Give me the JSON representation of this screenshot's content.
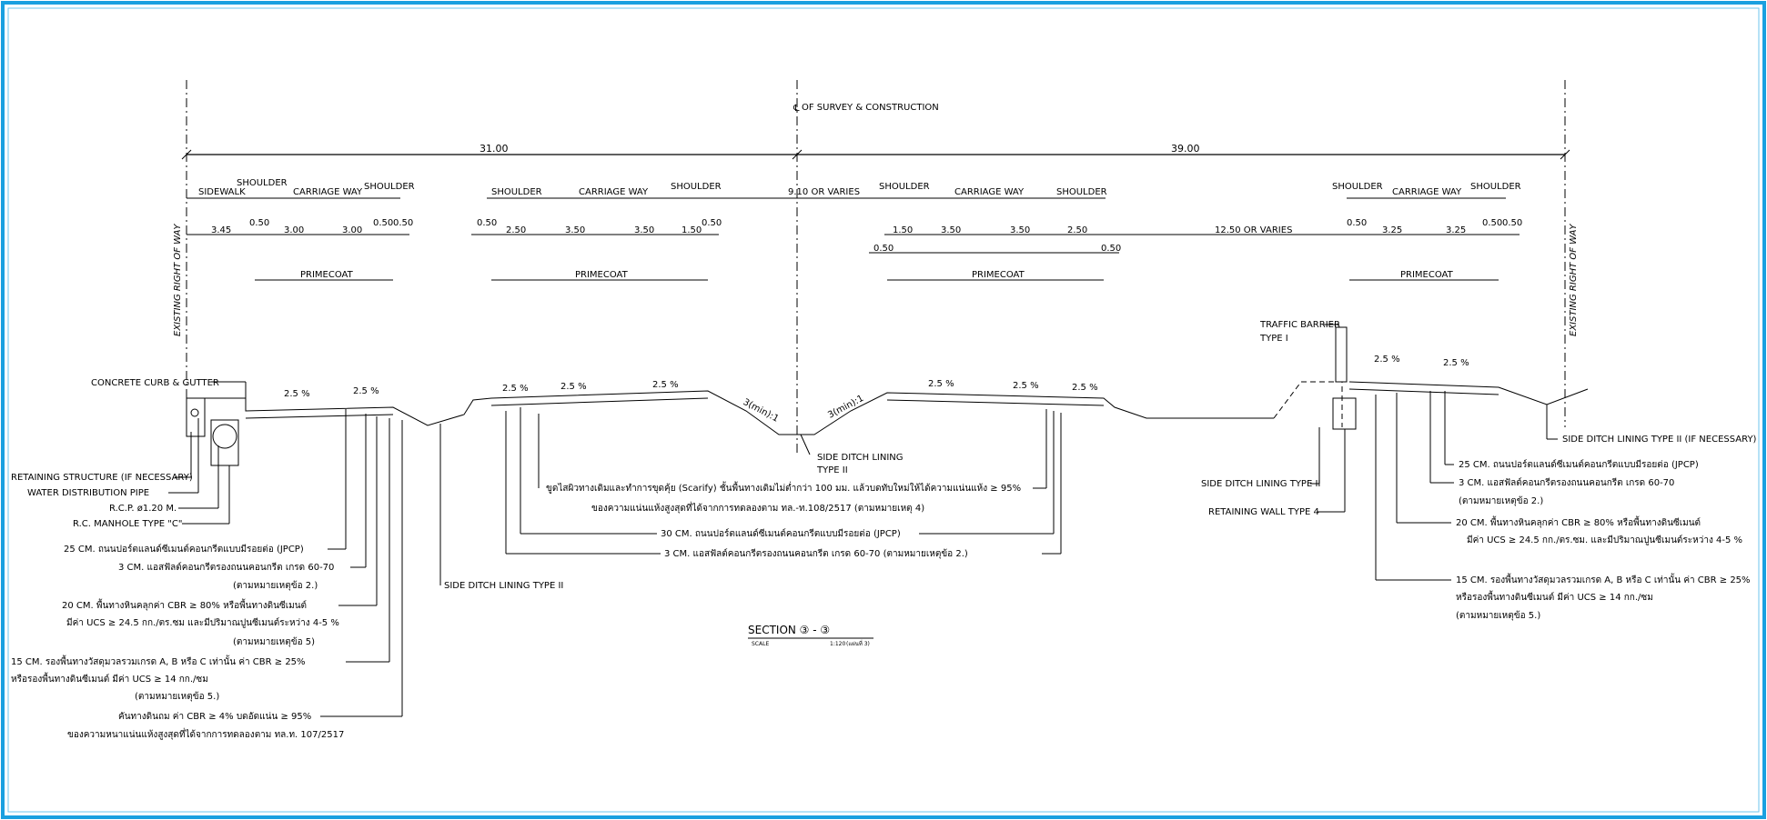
{
  "frame": {
    "border_color": "#1aa0e0"
  },
  "centerline": {
    "label": "OF SURVEY & CONSTRUCTION"
  },
  "row_of_way": {
    "left": "EXISTING RIGHT OF WAY",
    "right": "EXISTING RIGHT OF WAY"
  },
  "overall": {
    "left": "31.00",
    "right": "39.00"
  },
  "segments": {
    "sidewalk": "SIDEWALK",
    "shoulder": "SHOULDER",
    "carriage": "CARRIAGE WAY",
    "median": "9.10 OR VARIES",
    "ditch_gap": "12.50 OR VARIES"
  },
  "dims": {
    "g1": [
      "3.45",
      "0.50",
      "3.00",
      "3.00",
      "0.50",
      "0.50"
    ],
    "g2": [
      "0.50",
      "2.50",
      "3.50",
      "3.50",
      "1.50",
      "0.50"
    ],
    "g3": [
      "0.50",
      "1.50",
      "3.50",
      "3.50",
      "2.50",
      "0.50"
    ],
    "g4": [
      "0.50",
      "3.25",
      "3.25",
      "0.50",
      "0.50"
    ]
  },
  "primecoat": "PRIMECOAT",
  "slope": "2.5 %",
  "side_slope": "3(min):1",
  "labels": {
    "curb": "CONCRETE CURB & GUTTER",
    "retaining_structure": "RETAINING STRUCTURE (IF NECESSARY)",
    "water_pipe": "WATER DISTRIBUTION PIPE",
    "rcp": "R.C.P. ø1.20 M.",
    "manhole": "R.C. MANHOLE TYPE \"C\"",
    "traffic_barrier_1": "TRAFFIC BARRIER",
    "traffic_barrier_2": "TYPE I",
    "side_ditch_center_1": "SIDE DITCH LINING",
    "side_ditch_center_2": "TYPE II",
    "side_ditch_left": "SIDE DITCH LINING TYPE II",
    "side_ditch_right": "SIDE DITCH LINING TYPE II",
    "retaining_wall": "RETAINING WALL TYPE 4",
    "side_ditch_if": "SIDE DITCH LINING TYPE II (IF NECESSARY)"
  },
  "notes_left": [
    "25 CM. ถนนปอร์ตแลนด์ซีเมนต์คอนกรีตแบบมีรอยต่อ (JPCP)",
    "3 CM. แอสฟัลต์คอนกรีตรองถนนคอนกรีต เกรด 60-70",
    "(ตามหมายเหตุข้อ 2.)",
    "20 CM. พื้นทางหินคลุกค่า CBR ≥ 80% หรือพื้นทางดินซีเมนต์",
    "มีค่า UCS ≥ 24.5 กก./ตร.ซม และมีปริมาณปูนซีเมนต์ระหว่าง 4-5 %",
    "(ตามหมายเหตุข้อ 5)",
    "15 CM. รองพื้นทางวัสดุมวลรวมเกรด A, B หรือ C เท่านั้น ค่า CBR ≥ 25%",
    "หรือรองพื้นทางดินซีเมนต์ มีค่า UCS ≥ 14 กก./ซม",
    "(ตามหมายเหตุข้อ 5.)",
    "คันทางดินถม ค่า CBR ≥ 4% บดอัดแน่น ≥ 95%",
    "ของความหนาแน่นแห้งสูงสุดที่ได้จากการทดลองตาม ทล.ท. 107/2517"
  ],
  "notes_center": [
    "ขูดไสผิวทางเดิมและทำการขุดคุ้ย (Scarify) ชั้นพื้นทางเดิมไม่ต่ำกว่า 100 มม. แล้วบดทับใหม่ให้ได้ความแน่นแห้ง ≥ 95%",
    "ของความแน่นแห้งสูงสุดที่ได้จากการทดลองตาม ทล.-ท.108/2517 (ตามหมายเหตุ 4)",
    "30 CM. ถนนปอร์ตแลนด์ซีเมนต์คอนกรีตแบบมีรอยต่อ (JPCP)",
    "3 CM. แอสฟัลต์คอนกรีตรองถนนคอนกรีต เกรด 60-70 (ตามหมายเหตุข้อ 2.)"
  ],
  "notes_right": [
    "25 CM. ถนนปอร์ตแลนด์ซีเมนต์คอนกรีตแบบมีรอยต่อ (JPCP)",
    "3 CM. แอสฟัลต์คอนกรีตรองถนนคอนกรีต เกรด 60-70",
    "(ตามหมายเหตุข้อ 2.)",
    "20 CM. พื้นทางหินคลุกค่า CBR ≥ 80% หรือพื้นทางดินซีเมนต์",
    "มีค่า UCS ≥ 24.5 กก./ตร.ซม. และมีปริมาณปูนซีเมนต์ระหว่าง 4-5 %",
    "15 CM. รองพื้นทางวัสดุมวลรวมเกรด A, B หรือ C เท่านั้น ค่า CBR ≥ 25%",
    "หรือรองพื้นทางดินซีเมนต์ มีค่า UCS ≥ 14 กก./ซม",
    "(ตามหมายเหตุข้อ 5.)"
  ],
  "section": {
    "title": "SECTION ③ - ③",
    "scale_label": "SCALE",
    "scale": "1:120",
    "sheet": "(แผ่นที่ 3)"
  }
}
